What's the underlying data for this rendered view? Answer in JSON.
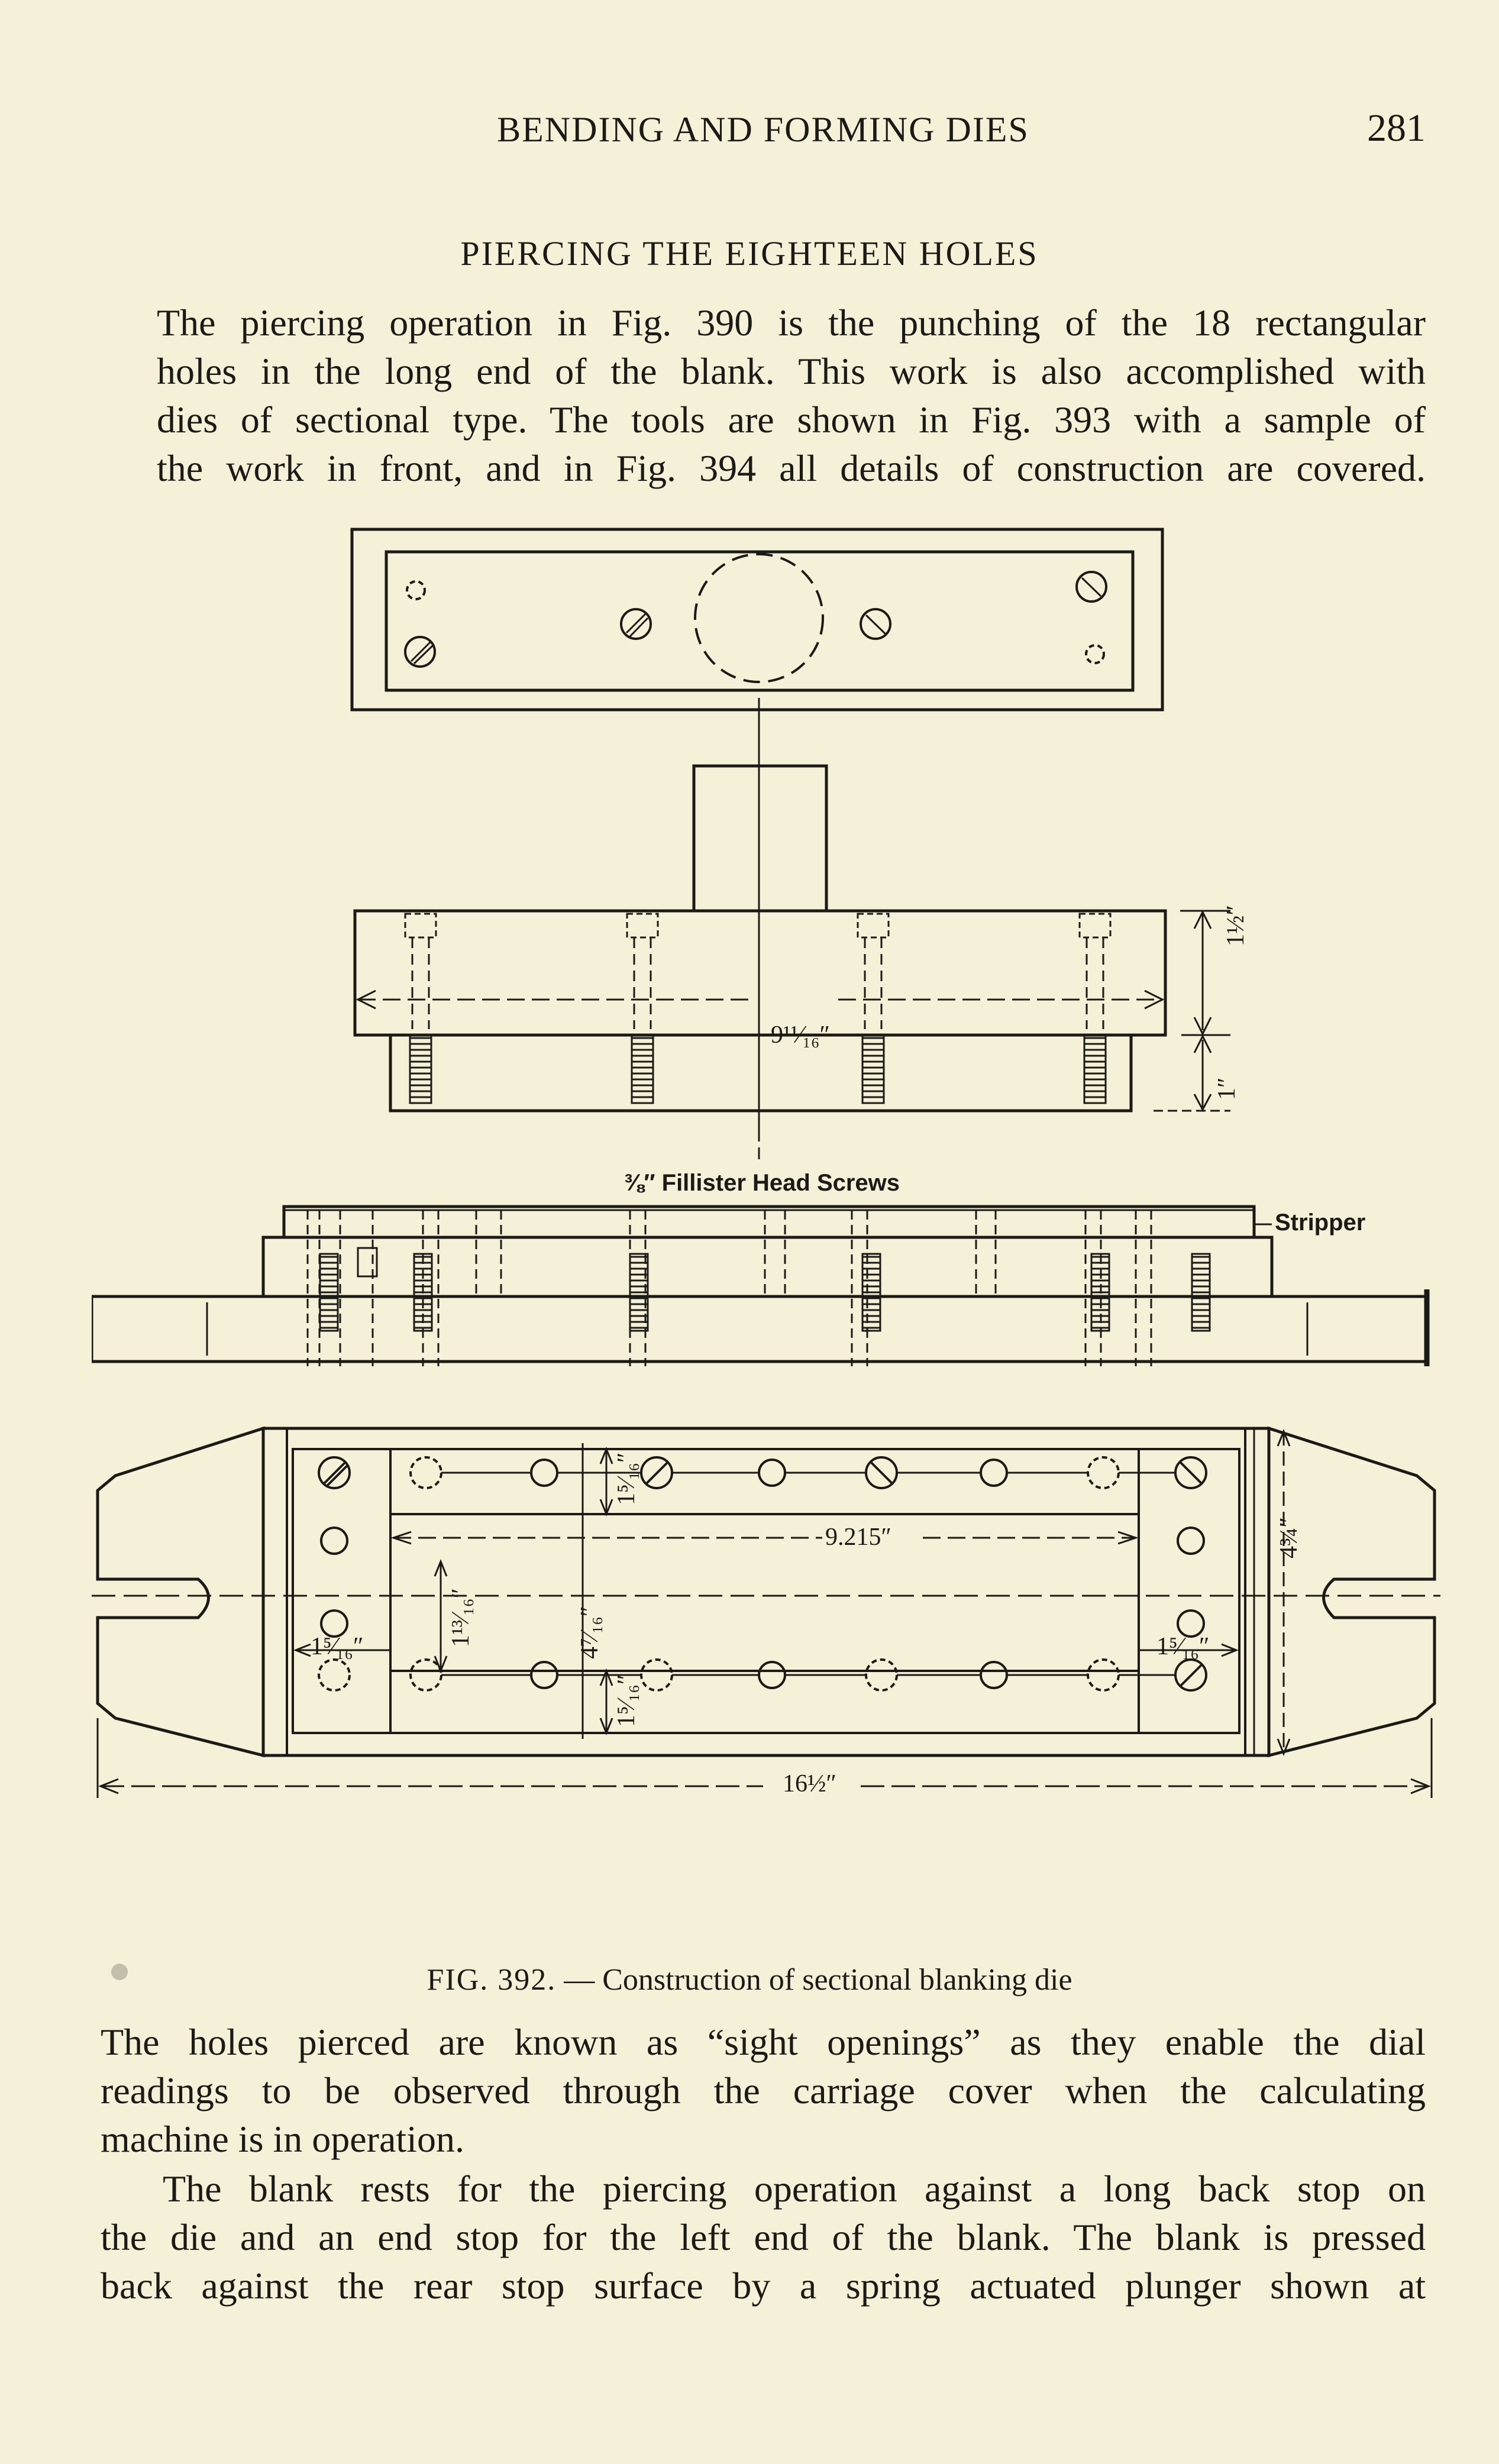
{
  "header": {
    "running_title": "BENDING AND FORMING DIES",
    "page_number": "281"
  },
  "section": {
    "title": "PIERCING THE EIGHTEEN HOLES"
  },
  "paragraph1": {
    "lines": [
      "The piercing operation in Fig. 390 is the punching of the 18 rectangular",
      "holes in the long end of the blank.  This work is also accomplished with",
      "dies of sectional type.  The tools are shown in Fig. 393 with a sample of",
      "the work in front, and in Fig. 394 all details of construction are covered."
    ]
  },
  "figure": {
    "labels": {
      "width_between_screws": "9¹¹⁄₁₆″",
      "height_upper": "1½″",
      "height_lower": "1″",
      "screws_note": "⅜″ Fillister Head Screws",
      "stripper": "Stripper",
      "center_span": "9.215″",
      "overall_depth": "4¾″",
      "inner_height": "1¹³⁄₁₆″",
      "center_height": "4⁷⁄₁₆″",
      "top_offset": "1⁵⁄₁₆″",
      "bottom_offset": "1⁵⁄₁₆″",
      "left_margin": "1⁵⁄₁₆″",
      "right_margin": "1⁵⁄₁₆″",
      "overall_length": "16½″"
    }
  },
  "caption": {
    "label": "FIG. 392.",
    "text": " — Construction of sectional blanking die"
  },
  "paragraph2": {
    "lines": [
      "The holes pierced are known as “sight openings” as they enable the dial",
      "readings to be observed through the carriage cover when the calculating",
      "machine is in operation."
    ]
  },
  "paragraph3": {
    "lines": [
      "The blank rests for the piercing operation against a long back stop on",
      "the die and an end stop for the left end of the blank.  The blank is pressed",
      "back against the rear stop surface by a spring actuated plunger shown at"
    ]
  }
}
